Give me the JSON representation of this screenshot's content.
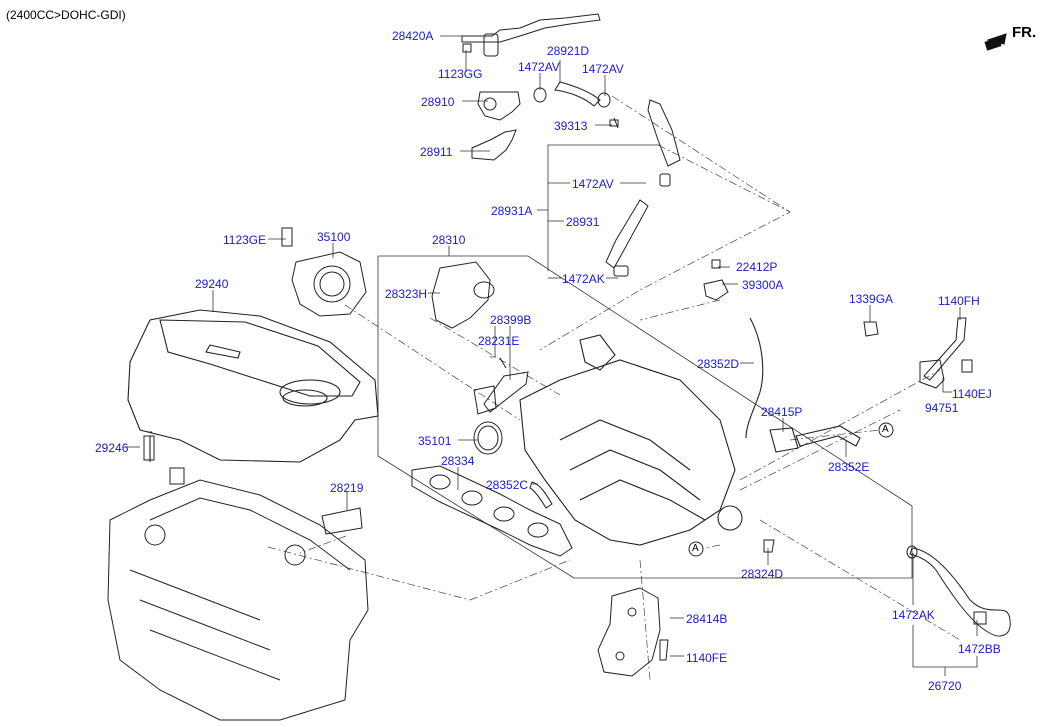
{
  "header": {
    "engine_spec": "(2400CC>DOHC-GDI)",
    "direction": "FR."
  },
  "callouts": {
    "ref_a_top": "A",
    "ref_a_bottom": "A"
  },
  "parts": [
    {
      "id": "p28420A",
      "code": "28420A"
    },
    {
      "id": "p1123GG",
      "code": "1123GG"
    },
    {
      "id": "p28921D",
      "code": "28921D"
    },
    {
      "id": "p1472AV_a",
      "code": "1472AV"
    },
    {
      "id": "p1472AV_b",
      "code": "1472AV"
    },
    {
      "id": "p28910",
      "code": "28910"
    },
    {
      "id": "p39313",
      "code": "39313"
    },
    {
      "id": "p28911",
      "code": "28911"
    },
    {
      "id": "p1472AV_c",
      "code": "1472AV"
    },
    {
      "id": "p28931A",
      "code": "28931A"
    },
    {
      "id": "p28931",
      "code": "28931"
    },
    {
      "id": "p1472AK_a",
      "code": "1472AK"
    },
    {
      "id": "p1123GE",
      "code": "1123GE"
    },
    {
      "id": "p35100",
      "code": "35100"
    },
    {
      "id": "p28310",
      "code": "28310"
    },
    {
      "id": "p22412P",
      "code": "22412P"
    },
    {
      "id": "p39300A",
      "code": "39300A"
    },
    {
      "id": "p29240",
      "code": "29240"
    },
    {
      "id": "p28323H",
      "code": "28323H"
    },
    {
      "id": "p1339GA",
      "code": "1339GA"
    },
    {
      "id": "p1140FH",
      "code": "1140FH"
    },
    {
      "id": "p28399B",
      "code": "28399B"
    },
    {
      "id": "p28231E",
      "code": "28231E"
    },
    {
      "id": "p28352D",
      "code": "28352D"
    },
    {
      "id": "p1140EJ",
      "code": "1140EJ"
    },
    {
      "id": "p94751",
      "code": "94751"
    },
    {
      "id": "p28415P",
      "code": "28415P"
    },
    {
      "id": "p35101",
      "code": "35101"
    },
    {
      "id": "p29246",
      "code": "29246"
    },
    {
      "id": "p28352E",
      "code": "28352E"
    },
    {
      "id": "p28334",
      "code": "28334"
    },
    {
      "id": "p28352C",
      "code": "28352C"
    },
    {
      "id": "p28219",
      "code": "28219"
    },
    {
      "id": "p28324D",
      "code": "28324D"
    },
    {
      "id": "p28414B",
      "code": "28414B"
    },
    {
      "id": "p1472AK_b",
      "code": "1472AK"
    },
    {
      "id": "p1472BB",
      "code": "1472BB"
    },
    {
      "id": "p1140FE",
      "code": "1140FE"
    },
    {
      "id": "p26720",
      "code": "26720"
    }
  ]
}
